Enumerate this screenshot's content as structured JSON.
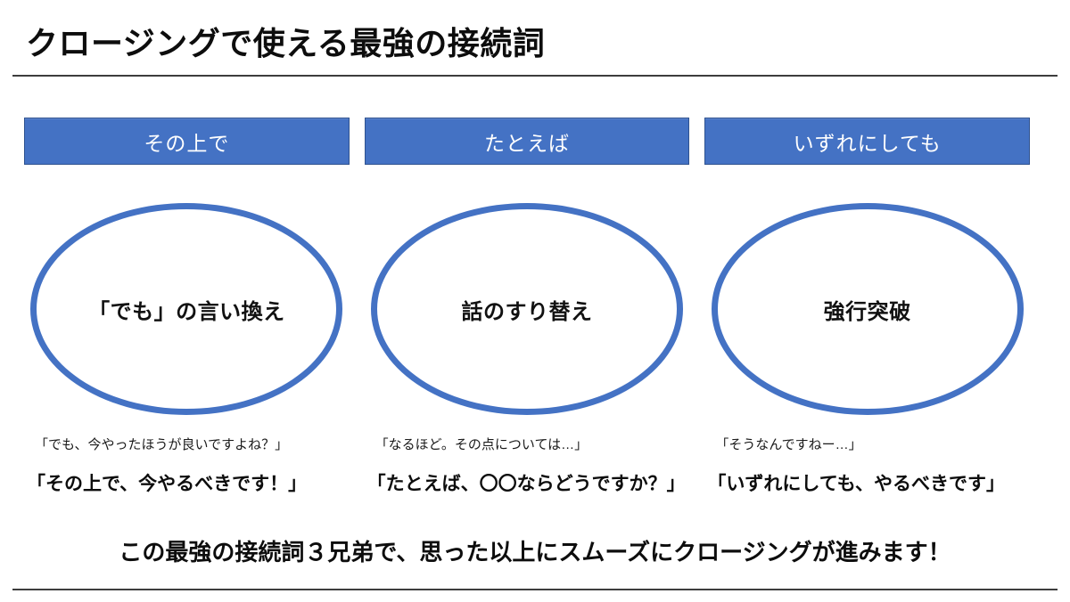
{
  "page": {
    "title": "クロージングで使える最強の接続詞",
    "footer_message": "この最強の接続詞３兄弟で、思った以上にスムーズにクロージングが進みます！"
  },
  "colors": {
    "accent_blue": "#4472C4",
    "accent_blue_dark_border": "#2F528F",
    "text_black": "#0d0d0d",
    "divider_gray": "#3d3d3d",
    "header_text_white": "#ffffff"
  },
  "columns": [
    {
      "header": "その上で",
      "ellipse_label": "「でも」の言い換え",
      "example_weak": "「でも、今やったほうが良いですよね？」",
      "example_strong": "「その上で、今やるべきです！」"
    },
    {
      "header": "たとえば",
      "ellipse_label": "話のすり替え",
      "example_weak": "「なるほど。その点については…」",
      "example_strong": "「たとえば、〇〇ならどうですか？」"
    },
    {
      "header": "いずれにしても",
      "ellipse_label": "強行突破",
      "example_weak": "「そうなんですねー…」",
      "example_strong": "「いずれにしても、やるべきです」"
    }
  ]
}
